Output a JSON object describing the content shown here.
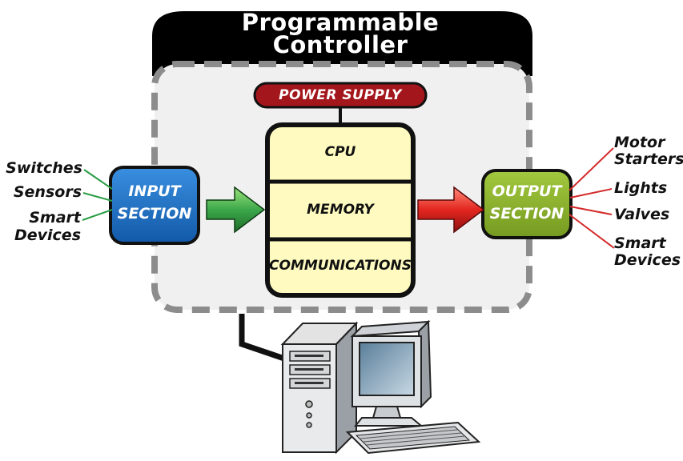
{
  "title": {
    "line1": "Programmable",
    "line2": "Controller"
  },
  "power_supply": "POWER SUPPLY",
  "input_section": {
    "line1": "INPUT",
    "line2": "SECTION"
  },
  "output_section": {
    "line1": "OUTPUT",
    "line2": "SECTION"
  },
  "processor": {
    "cpu": "CPU",
    "memory": "MEMORY",
    "communications": "COMMUNICATIONS"
  },
  "inputs": [
    "Switches",
    "Sensors",
    "Smart",
    "Devices"
  ],
  "outputs": [
    "Motor",
    "Starters",
    "Lights",
    "Valves",
    "Smart",
    "Devices"
  ],
  "colors": {
    "input_box": "#1f6fc0",
    "output_box": "#8db52c",
    "power_supply": "#a3161c",
    "processor_fill": "#fffbc0",
    "input_wires": "#2a9d45",
    "output_wires": "#d42a2a",
    "title_banner": "#000000"
  }
}
